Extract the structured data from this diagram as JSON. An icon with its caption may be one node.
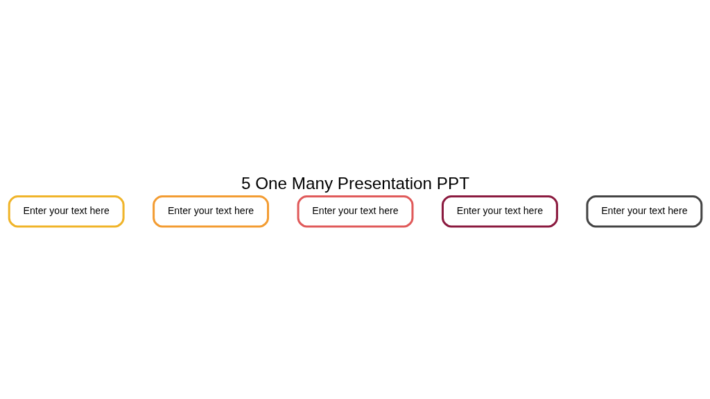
{
  "diagram": {
    "title": "5 One Many Presentation PPT",
    "nodes": [
      {
        "text": [
          "Enter your text here"
        ]
      },
      {
        "text": [
          "Enter your text here"
        ]
      },
      {
        "text": [
          "Enter your text here"
        ]
      },
      {
        "text": [
          "Enter your text here"
        ]
      },
      {
        "text": [
          "Enter your text here"
        ]
      }
    ],
    "edges": []
  }
}
